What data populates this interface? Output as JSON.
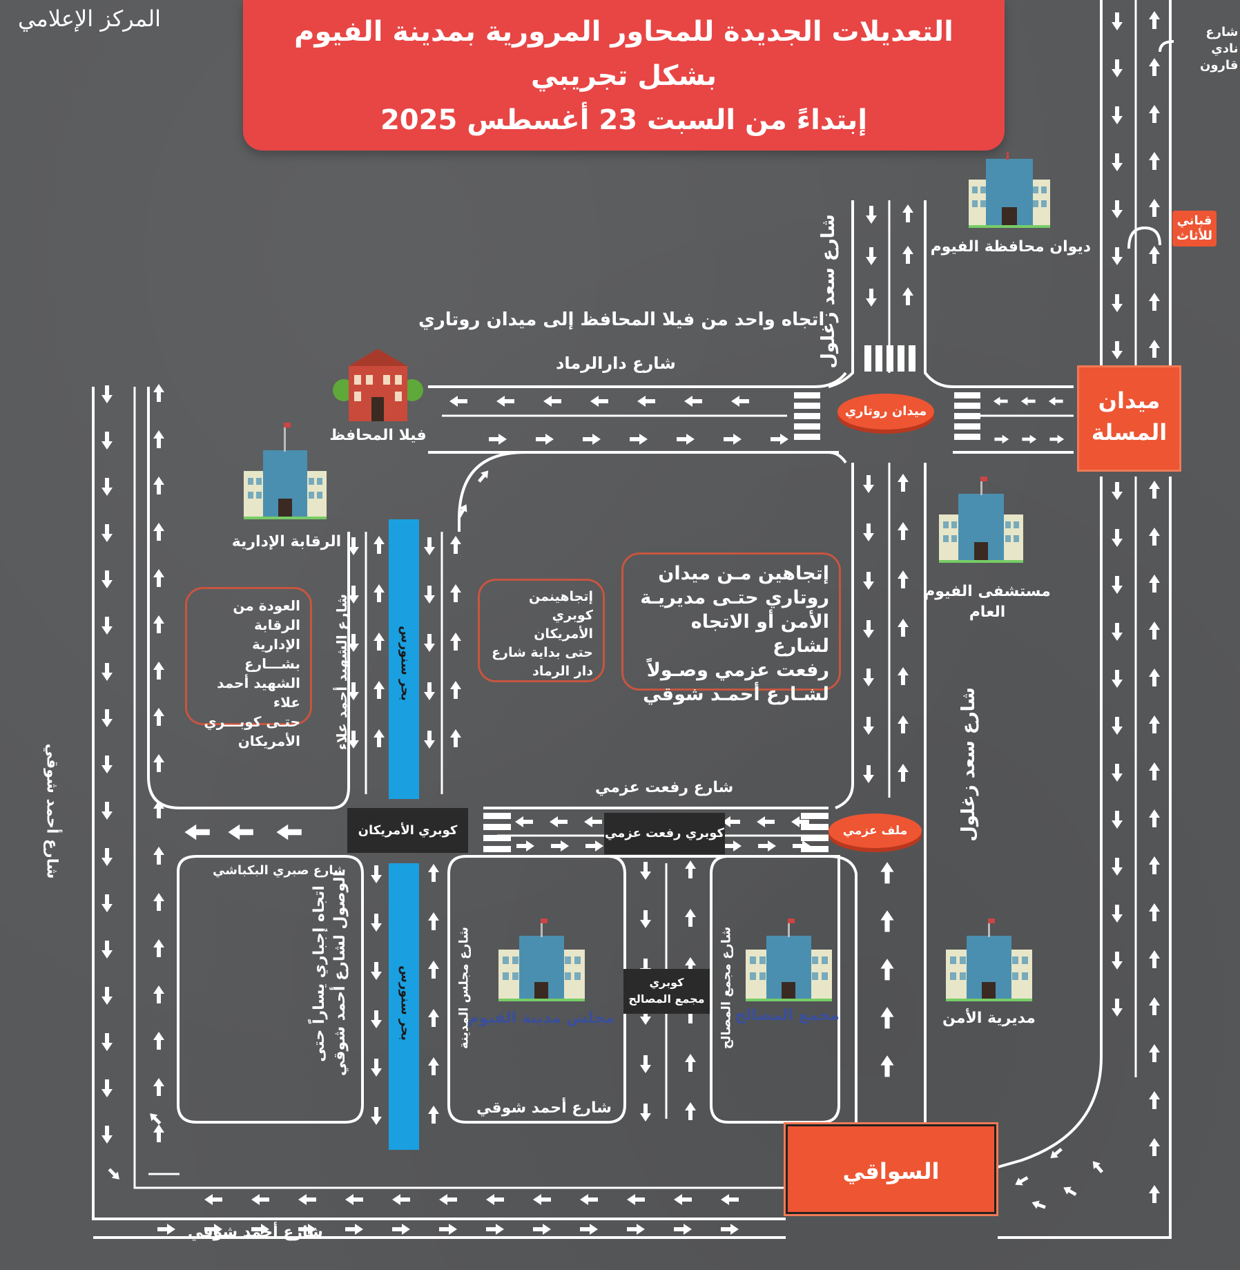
{
  "header": {
    "media_center": "المركز الإعلامي",
    "title_line1": "التعديلات الجديدة للمحاور المرورية بمدينة الفيوم",
    "title_line2": "بشكل تجريبي",
    "title_line3": "إبتداءً من السبت 23 أغسطس 2025"
  },
  "streets": {
    "dar_ramad": "شارع دارالرماد",
    "saad_zaghloul_top": "شارع سعد زغلول",
    "saad_zaghloul_right": "شارع سعد زغلول",
    "refaat_azmy": "شارع رفعت عزمي",
    "sabry_bekbashy": "شارع صبري البكباشي",
    "ahmed_shawky_left": "شارع أحمد شوقي",
    "ahmed_shawky_bottom": "شارع أحمد شوقي",
    "ahmed_shawky_inner": "شارع أحمد شوقي",
    "shaheed_ahmed_alaa": "شارع الشهيد أحمد علاء",
    "city_council_st": "شارع مجلس المدينة",
    "services_complex_st": "شارع مجمع المصالح",
    "nady_qaroun": "شارع نادي قارون"
  },
  "notes": {
    "one_way": "اتجاه واحد من فيلا المحافظ إلى ميدان روتاري",
    "return_from_control": [
      "العودة من الرقابة",
      "الإدارية بشـــارع",
      "الشهيد أحمد علاء",
      "حتـى كوبـــري",
      "الأمريكان"
    ],
    "two_way_american": [
      "إتجاهينمن",
      "كوبري الأمريكان",
      "حتى بداية شارع",
      "دار الرماد"
    ],
    "two_way_rotary": [
      "إتجاهين  مـن ميدان",
      "روتاري حتـى مديريـة",
      "الأمن أو الاتجاه لشارع",
      "رفعت عزمي وصـولاً",
      "لشـارع أحمـد شوقي"
    ],
    "mandatory_left": [
      "اتجاه إجباري يساراً حتى",
      "الوصول لشارع أحمد شوقي"
    ]
  },
  "landmarks": {
    "governorate_office": "ديوان محافظة الفيوم",
    "governor_villa": "فيلا المحافظ",
    "admin_control": "الرقابة الإدارية",
    "general_hospital": [
      "مستشفى الفيوم",
      "العام"
    ],
    "city_council": "مجلس مدينة الفيوم",
    "services_complex": "مجمع المصالح",
    "security_directorate": "مديرية الأمن"
  },
  "squares": {
    "rotary": "ميدان روتاري",
    "azmy_turn": "ملف عزمي",
    "masalla": [
      "ميدان",
      "المسلة"
    ],
    "sawaqi": "السواقي",
    "furniture_gallery": [
      "قباني",
      "للأثاث"
    ]
  },
  "bridges": {
    "american": "كوبري الأمريكان",
    "refaat_azmy": "كوبري رفعت عزمي",
    "services_complex": [
      "كوبري",
      "مجمع المصالح"
    ]
  },
  "rivers": {
    "bahr_sinnuris_top": "بحر سنورس",
    "bahr_sinnuris_bottom": "بحر سنورس"
  },
  "colors": {
    "background": "#58595b",
    "title_red": "#e84545",
    "square_orange": "#ee5533",
    "river_blue": "#1aa0e0",
    "road_white": "#ffffff",
    "bridge_black": "#2a2a2a",
    "building_label_blue": "#3a4f9a"
  }
}
